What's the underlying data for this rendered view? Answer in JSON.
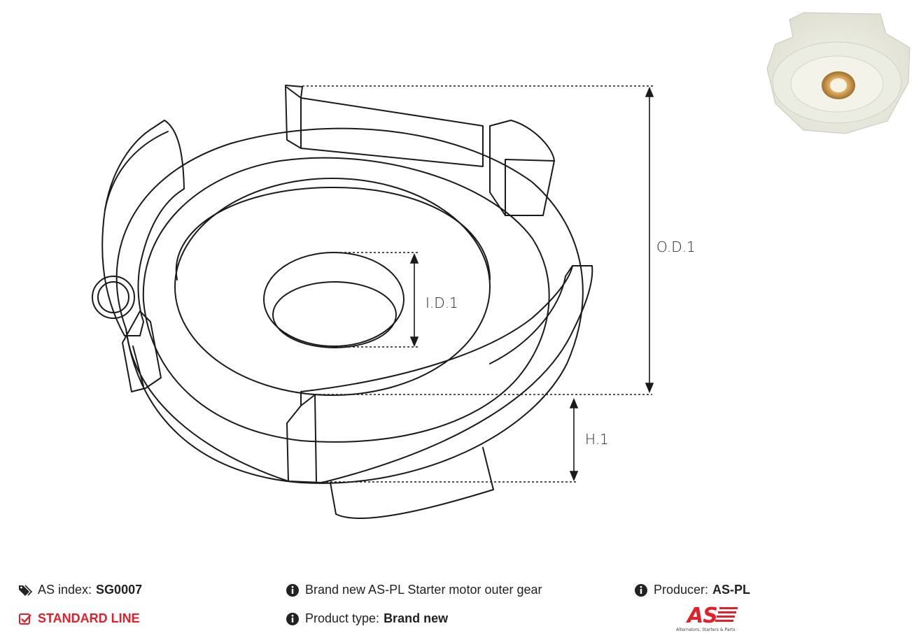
{
  "diagram": {
    "od_label": "O.D.1",
    "id_label": "I.D.1",
    "h_label": "H.1"
  },
  "info": {
    "as_index_label": "AS index:",
    "as_index_value": "SG0007",
    "line_label": "STANDARD LINE",
    "description": "Brand new AS-PL Starter motor outer gear",
    "product_type_label": "Product type:",
    "product_type_value": "Brand new",
    "producer_label": "Producer:",
    "producer_value": "AS-PL"
  },
  "logo": {
    "text": "AS",
    "tagline": "Alternators, Starters & Parts"
  },
  "icons": {
    "tag": "tags-icon",
    "check": "check-square-icon",
    "info": "info-circle-icon"
  },
  "colors": {
    "accent_red": "#e3202a",
    "line": "#1a1a1a"
  }
}
